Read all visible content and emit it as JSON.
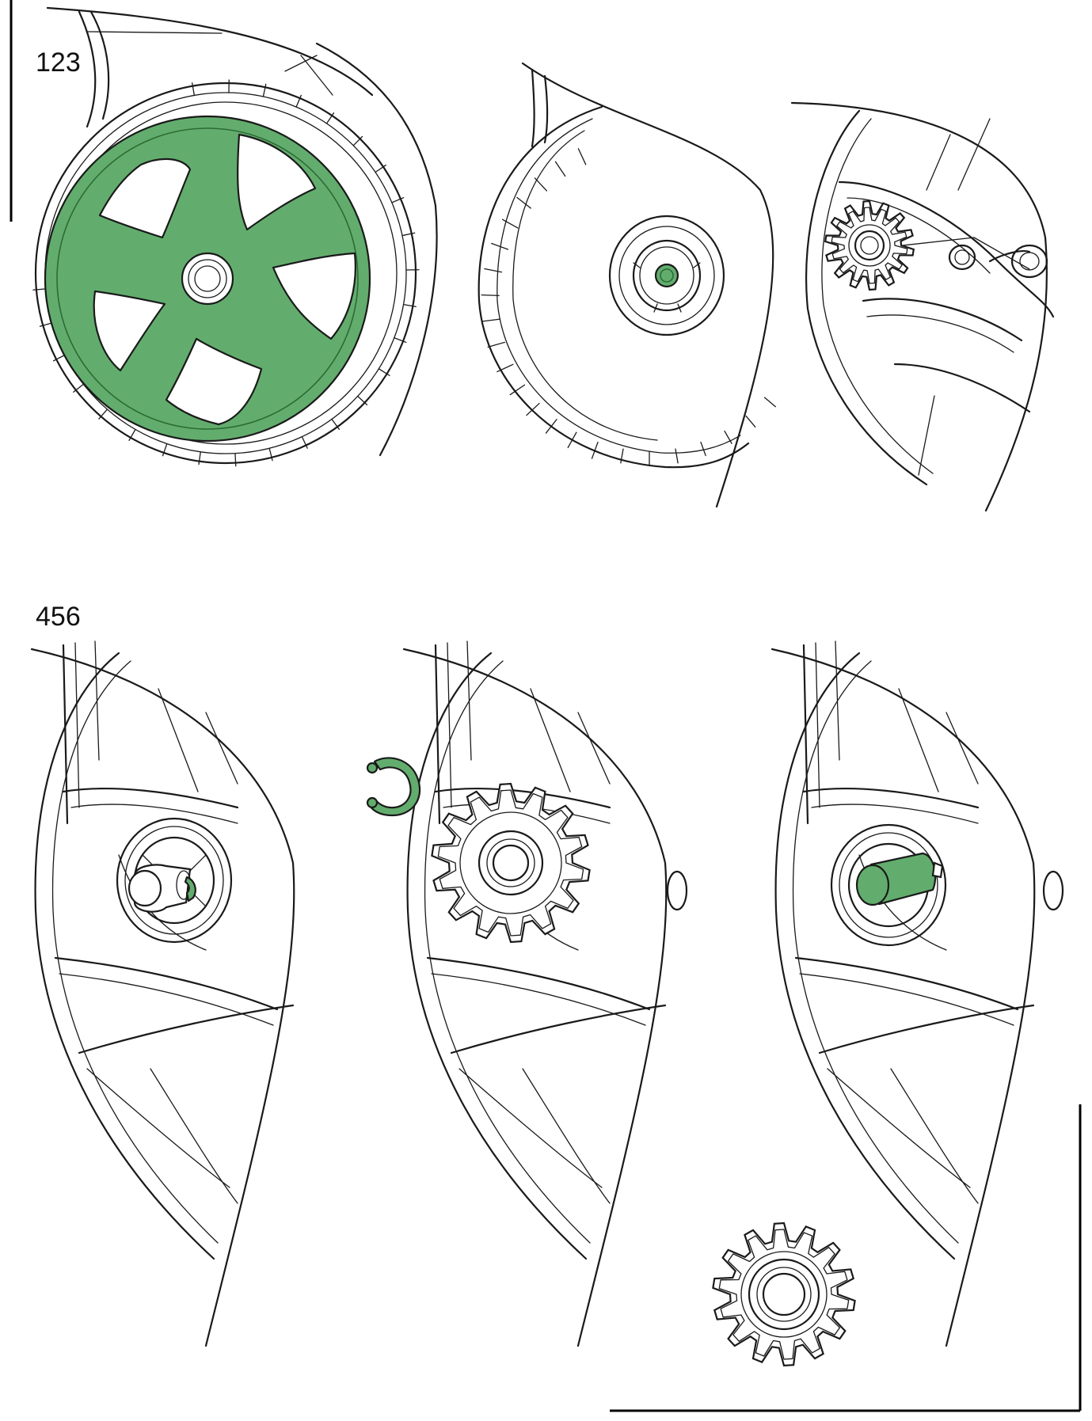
{
  "title": "",
  "step_groups": [
    {
      "label": "123"
    },
    {
      "label": "456"
    }
  ],
  "highlight_color": "#62ad6d",
  "line_color": "#1a1a1a",
  "panels": [
    {
      "step": 1,
      "highlight": "wheel-hub-disc"
    },
    {
      "step": 2,
      "highlight": "axle-nut"
    },
    {
      "step": 3,
      "highlight": "none"
    },
    {
      "step": 4,
      "highlight": "retaining-clip"
    },
    {
      "step": 5,
      "highlight": "circlip-ring"
    },
    {
      "step": 6,
      "highlight": "drive-shaft"
    }
  ],
  "icons": [
    "wheel-icon",
    "gear-icon",
    "circlip-icon",
    "shaft-icon"
  ]
}
